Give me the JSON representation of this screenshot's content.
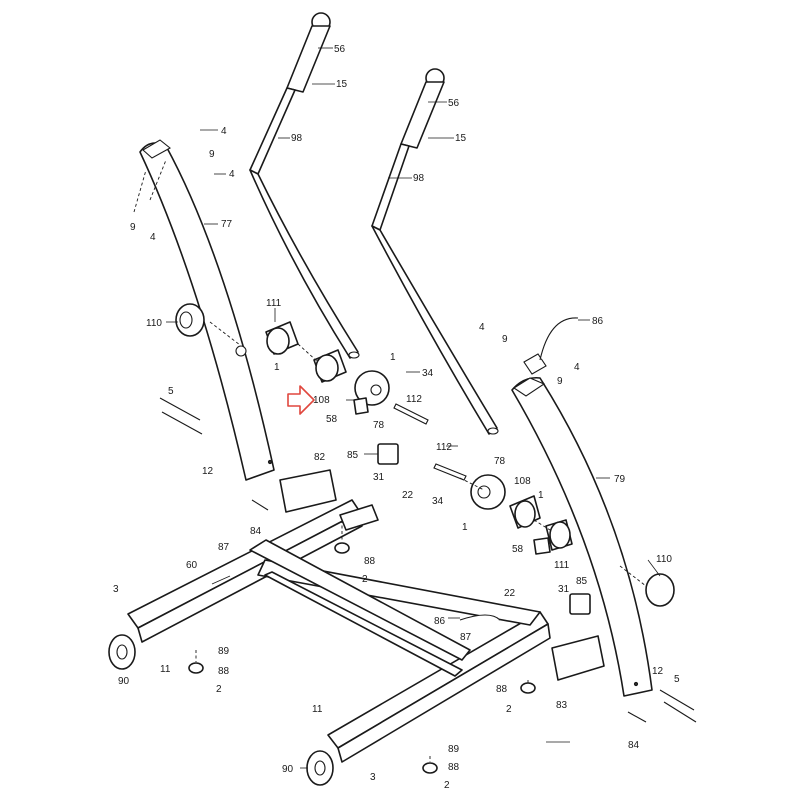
{
  "diagram": {
    "accent_color": "#e0473e",
    "line_color": "#1a1a1a",
    "callouts": [
      {
        "id": "c56a",
        "text": "56"
      },
      {
        "id": "c15a",
        "text": "15"
      },
      {
        "id": "c98a",
        "text": "98"
      },
      {
        "id": "c56b",
        "text": "56"
      },
      {
        "id": "c15b",
        "text": "15"
      },
      {
        "id": "c98b",
        "text": "98"
      },
      {
        "id": "c4a",
        "text": "4"
      },
      {
        "id": "c9a",
        "text": "9"
      },
      {
        "id": "c4b",
        "text": "4"
      },
      {
        "id": "c9b",
        "text": "9"
      },
      {
        "id": "c4c",
        "text": "4"
      },
      {
        "id": "c77",
        "text": "77"
      },
      {
        "id": "c110a",
        "text": "110"
      },
      {
        "id": "c111a",
        "text": "111"
      },
      {
        "id": "c1a",
        "text": "1"
      },
      {
        "id": "c108a",
        "text": "108"
      },
      {
        "id": "c1b",
        "text": "1"
      },
      {
        "id": "c34a",
        "text": "34"
      },
      {
        "id": "c58a",
        "text": "58"
      },
      {
        "id": "c78a",
        "text": "78"
      },
      {
        "id": "c112a",
        "text": "112"
      },
      {
        "id": "c5a",
        "text": "5"
      },
      {
        "id": "c12a",
        "text": "12"
      },
      {
        "id": "c85a",
        "text": "85"
      },
      {
        "id": "c82",
        "text": "82"
      },
      {
        "id": "c31a",
        "text": "31"
      },
      {
        "id": "c22a",
        "text": "22"
      },
      {
        "id": "c84a",
        "text": "84"
      },
      {
        "id": "c87a",
        "text": "87"
      },
      {
        "id": "c60",
        "text": "60"
      },
      {
        "id": "c88a",
        "text": "88"
      },
      {
        "id": "c2a",
        "text": "2"
      },
      {
        "id": "c3a",
        "text": "3"
      },
      {
        "id": "c90a",
        "text": "90"
      },
      {
        "id": "c11a",
        "text": "11"
      },
      {
        "id": "c89a",
        "text": "89"
      },
      {
        "id": "c88b",
        "text": "88"
      },
      {
        "id": "c2b",
        "text": "2"
      },
      {
        "id": "c86a",
        "text": "86"
      },
      {
        "id": "c4d",
        "text": "4"
      },
      {
        "id": "c9c",
        "text": "9"
      },
      {
        "id": "c9d",
        "text": "9"
      },
      {
        "id": "c4e",
        "text": "4"
      },
      {
        "id": "c79",
        "text": "79"
      },
      {
        "id": "c112b",
        "text": "112"
      },
      {
        "id": "c78b",
        "text": "78"
      },
      {
        "id": "c108b",
        "text": "108"
      },
      {
        "id": "c34b",
        "text": "34"
      },
      {
        "id": "c1c",
        "text": "1"
      },
      {
        "id": "c1d",
        "text": "1"
      },
      {
        "id": "c58b",
        "text": "58"
      },
      {
        "id": "c111b",
        "text": "111"
      },
      {
        "id": "c110b",
        "text": "110"
      },
      {
        "id": "c22b",
        "text": "22"
      },
      {
        "id": "c31b",
        "text": "31"
      },
      {
        "id": "c85b",
        "text": "85"
      },
      {
        "id": "c86b",
        "text": "86"
      },
      {
        "id": "c87b",
        "text": "87"
      },
      {
        "id": "c83",
        "text": "83"
      },
      {
        "id": "c88c",
        "text": "88"
      },
      {
        "id": "c2c",
        "text": "2"
      },
      {
        "id": "c12b",
        "text": "12"
      },
      {
        "id": "c5b",
        "text": "5"
      },
      {
        "id": "c84b",
        "text": "84"
      },
      {
        "id": "c11b",
        "text": "11"
      },
      {
        "id": "c89b",
        "text": "89"
      },
      {
        "id": "c88d",
        "text": "88"
      },
      {
        "id": "c90b",
        "text": "90"
      },
      {
        "id": "c3b",
        "text": "3"
      },
      {
        "id": "c2d",
        "text": "2"
      }
    ]
  }
}
